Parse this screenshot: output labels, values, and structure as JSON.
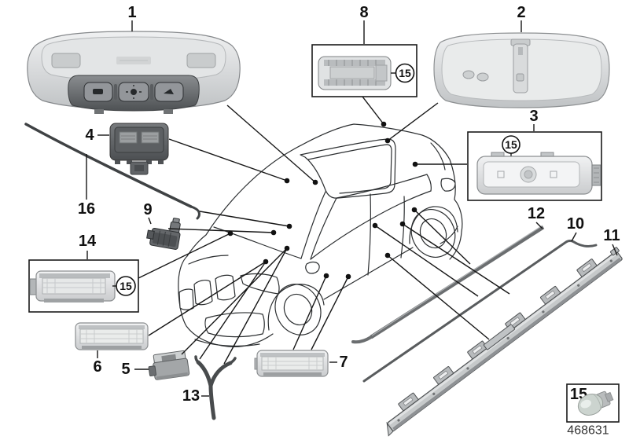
{
  "diagram": {
    "type": "parts-exploded-diagram",
    "subject": "interior lights with car overview sketch",
    "document_number": "468631",
    "colors": {
      "background": "#ffffff",
      "line": "#1a1a1a",
      "part_light_gray": "#d9dbdc",
      "part_mid_gray": "#a7aaac",
      "part_dark_gray": "#55585a",
      "bulb_glass": "#ccd4cf"
    },
    "callouts": [
      {
        "label": "1"
      },
      {
        "label": "2"
      },
      {
        "label": "3"
      },
      {
        "label": "4"
      },
      {
        "label": "5"
      },
      {
        "label": "6"
      },
      {
        "label": "7"
      },
      {
        "label": "8"
      },
      {
        "label": "9"
      },
      {
        "label": "10"
      },
      {
        "label": "11"
      },
      {
        "label": "12"
      },
      {
        "label": "13"
      },
      {
        "label": "14"
      },
      {
        "label": "15"
      },
      {
        "label": "16"
      }
    ],
    "circled_callouts": [
      {
        "label": "15"
      },
      {
        "label": "15"
      },
      {
        "label": "15"
      }
    ],
    "icons": [
      "overhead-console-icon",
      "rear-interior-light-icon",
      "boxed-lamp-icon",
      "reading-light-icon",
      "connector-housing-icon",
      "footwell-lamp-icon",
      "luggage-lamp-icon",
      "sensor-connector-icon",
      "wiring-harness-icon",
      "trim-strip-icon",
      "light-guide-rail-icon",
      "y-cable-icon",
      "wedge-bulb-icon",
      "car-outline-sketch"
    ]
  }
}
